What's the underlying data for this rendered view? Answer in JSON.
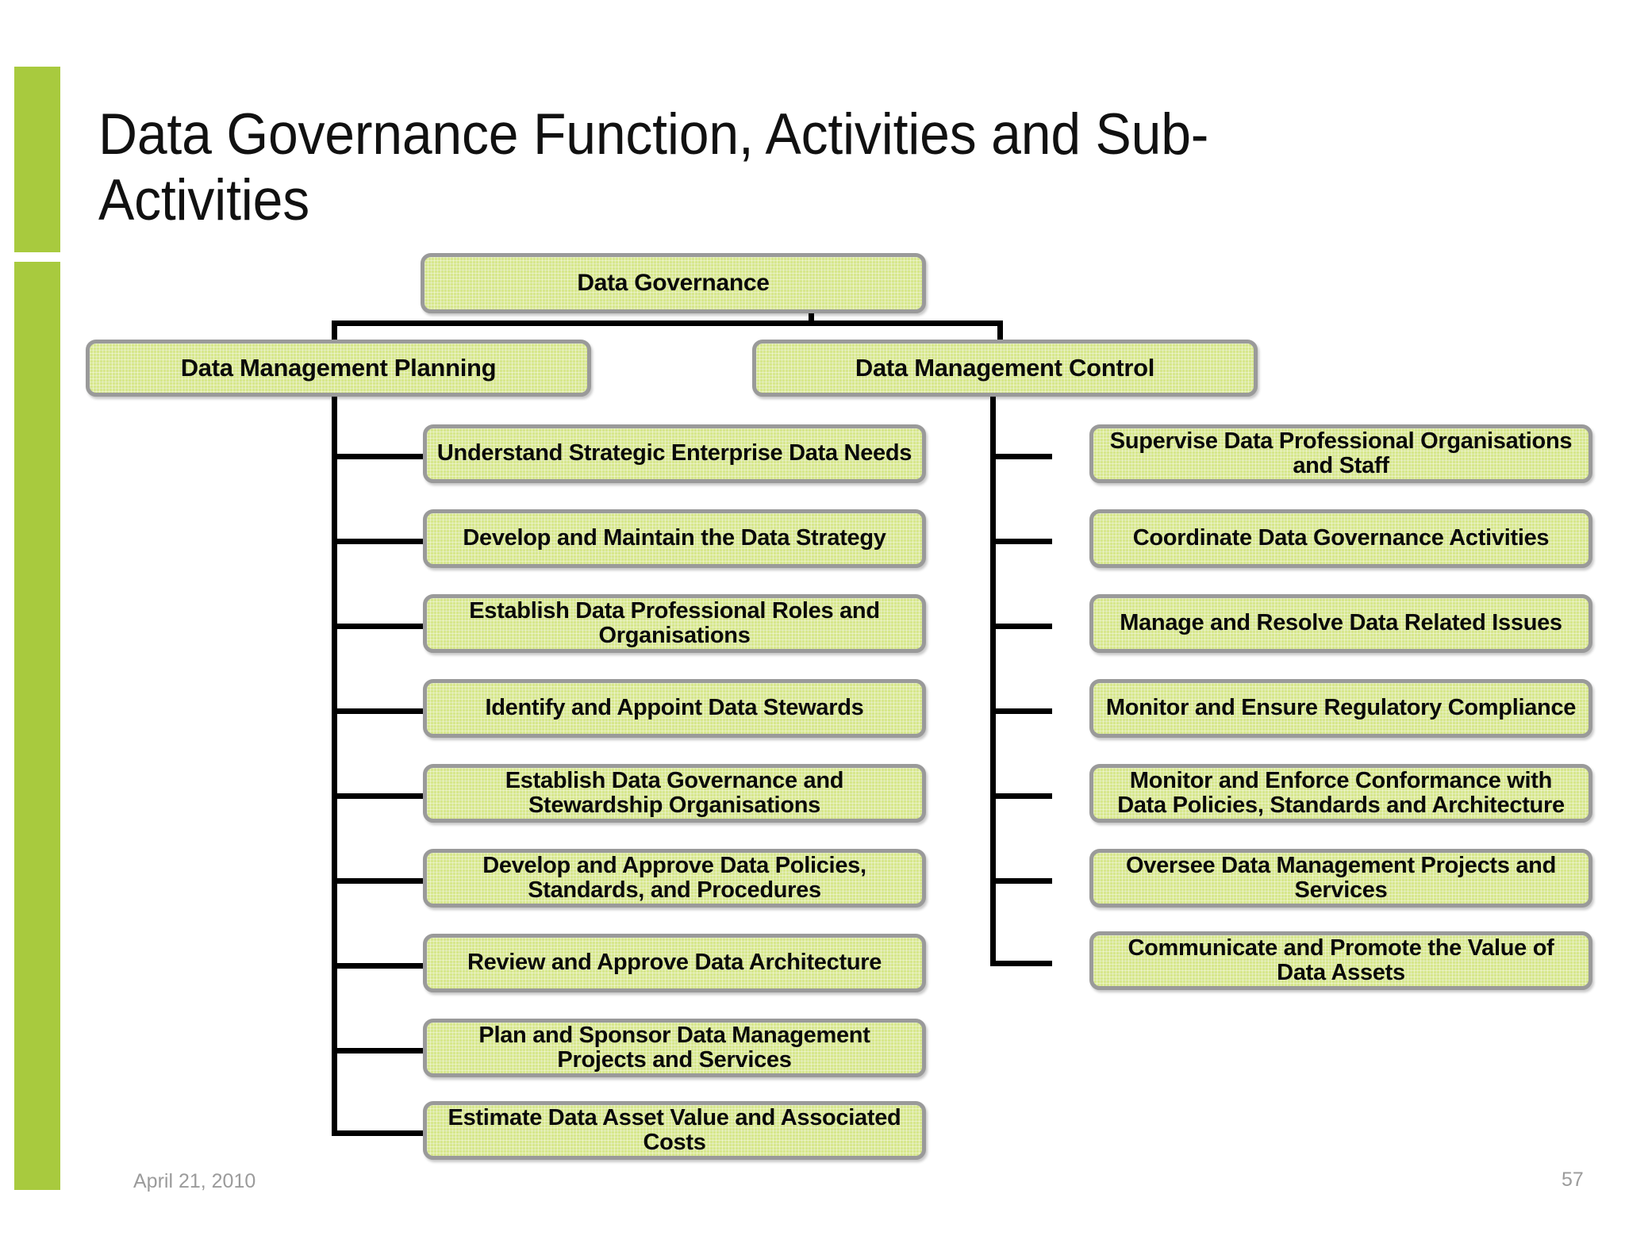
{
  "slide": {
    "title": "Data Governance Function, Activities and Sub-Activities",
    "footer_date": "April 21, 2010",
    "page_number": "57",
    "accent_color": "#a8ca3e",
    "node_fill_color": "#d7e78c",
    "node_border_color": "#9a9a9a",
    "connector_color": "#000000",
    "background_color": "#ffffff"
  },
  "chart_data": {
    "type": "diagram",
    "title": "Data Governance Function, Activities and Sub-Activities",
    "root": "Data Governance",
    "branches": [
      {
        "name": "Data Management Planning",
        "children": [
          "Understand Strategic Enterprise Data Needs",
          "Develop and Maintain the Data Strategy",
          "Establish Data Professional Roles and Organisations",
          "Identify and Appoint Data Stewards",
          "Establish Data Governance and Stewardship Organisations",
          "Develop and Approve Data Policies, Standards, and Procedures",
          "Review and Approve Data Architecture",
          "Plan and Sponsor Data Management Projects and Services",
          "Estimate Data Asset Value and Associated Costs"
        ]
      },
      {
        "name": "Data Management Control",
        "children": [
          "Supervise Data Professional Organisations and Staff",
          "Coordinate Data Governance Activities",
          "Manage and Resolve Data Related Issues",
          "Monitor and Ensure Regulatory Compliance",
          "Monitor and Enforce Conformance with Data Policies, Standards and Architecture",
          "Oversee Data Management Projects and Services",
          "Communicate and Promote the Value of Data Assets"
        ]
      }
    ]
  }
}
